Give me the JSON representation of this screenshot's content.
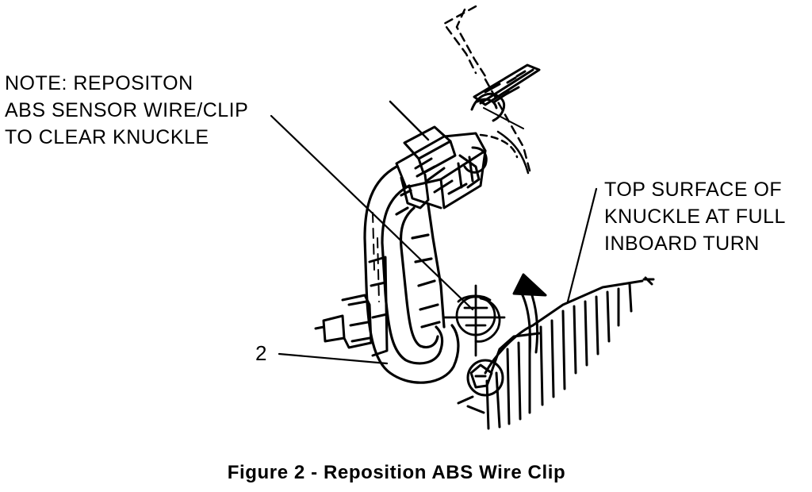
{
  "labels": {
    "note_lines": [
      "NOTE: REPOSITON",
      "ABS SENSOR WIRE/CLIP",
      "TO CLEAR KNUCKLE"
    ],
    "knuckle_lines": [
      "TOP SURFACE OF",
      "KNUCKLE AT FULL",
      "INBOARD TURN"
    ],
    "callout_number": "2"
  },
  "caption": "Figure 2 - Reposition ABS Wire Clip"
}
